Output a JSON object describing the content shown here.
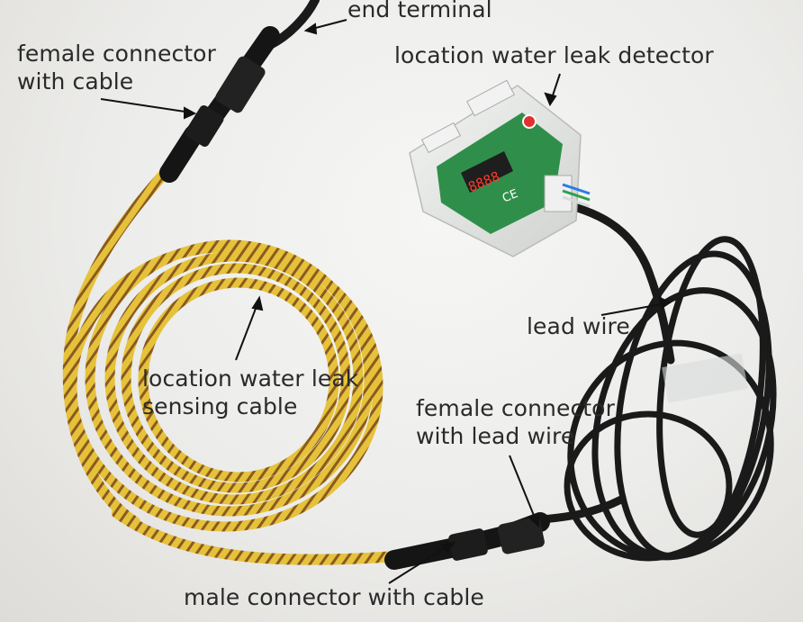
{
  "labels": {
    "end_terminal": "end terminal",
    "female_connector_cable": [
      "female connector",
      "with cable"
    ],
    "detector": "location water leak detector",
    "lead_wire": "lead wire",
    "sensing_cable": [
      "location water leak",
      "sensing cable"
    ],
    "female_connector_lead": [
      "female connector",
      "with lead wire"
    ],
    "male_connector": "male connector with cable"
  },
  "detector_display": "8888",
  "mark": "CE",
  "colors": {
    "sensing_cable": "#e5c23a",
    "sensing_stripe": "#8a5a22",
    "black_cable": "#1a1a1a",
    "pcb": "#2f8f4a",
    "housing": "#e9ebe8",
    "led_red": "#e03030"
  }
}
